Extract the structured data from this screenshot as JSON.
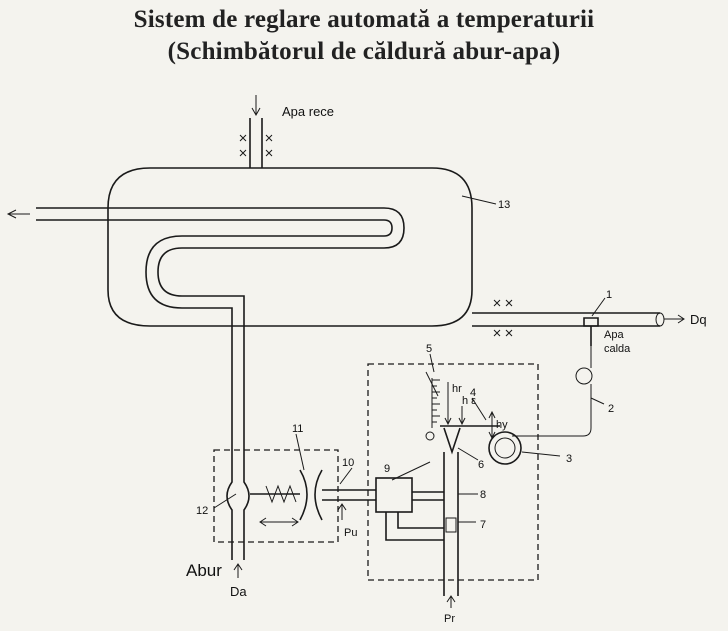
{
  "title_line1": "Sistem de reglare automată a temperaturii",
  "title_line2": "(Schimbătorul de căldură abur-apa)",
  "labels": {
    "apa_rece": "Apa rece",
    "dq": "Dq",
    "apa_calda_1": "Apa",
    "apa_calda_2": "calda",
    "abur": "Abur",
    "da": "Da",
    "pu": "Pu",
    "pr": "Pr",
    "hr": "hr",
    "he": "h ε",
    "hy": "hy"
  },
  "component_numbers": [
    "1",
    "2",
    "3",
    "4",
    "5",
    "6",
    "7",
    "8",
    "9",
    "10",
    "11",
    "12",
    "13"
  ]
}
